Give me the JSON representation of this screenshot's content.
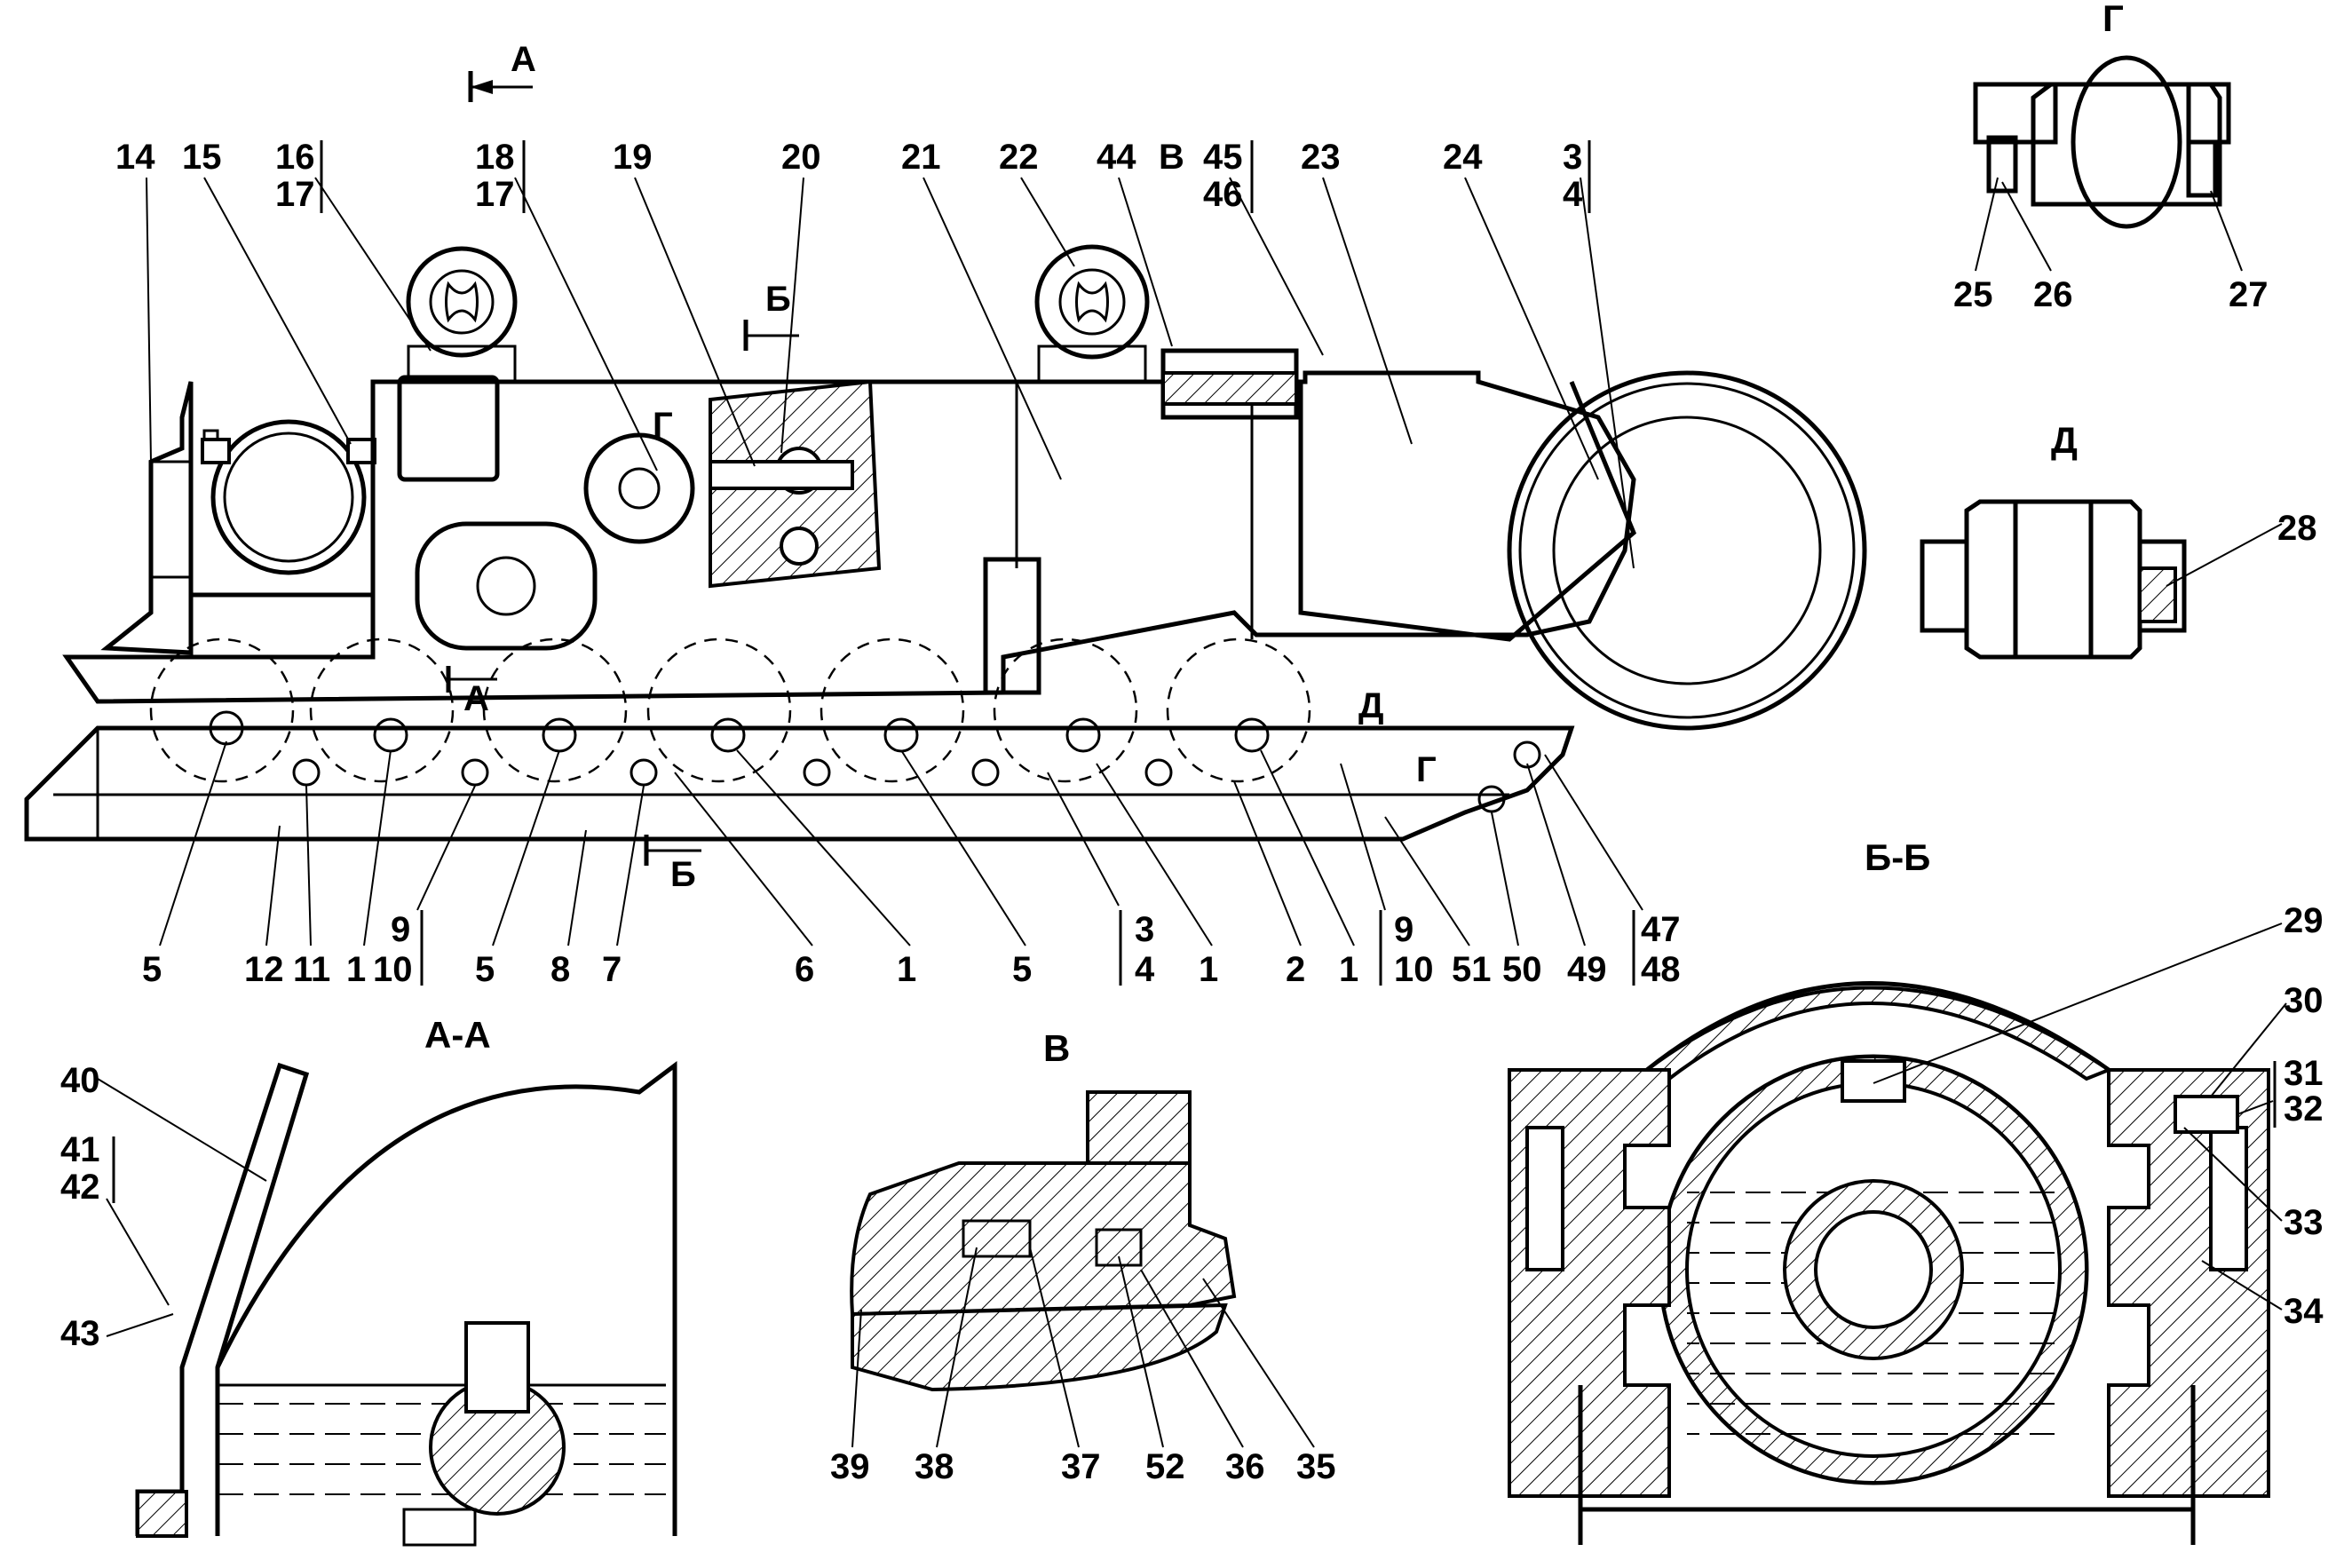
{
  "section_marks": {
    "A_top": "А",
    "A_mid": "А",
    "B_top": "Б",
    "B_bottom": "Б",
    "G_mid": "Г",
    "G_arrow": "Г",
    "V_mark": "В",
    "D_arrow": "Д"
  },
  "views": {
    "G": "Г",
    "D": "Д",
    "AA": "А-А",
    "V": "В",
    "BB": "Б-Б"
  },
  "callouts_main_top": [
    "14",
    "15",
    "16",
    "17",
    "18",
    "17",
    "19",
    "20",
    "21",
    "22",
    "44",
    "В",
    "45",
    "46",
    "23",
    "24",
    "3",
    "4"
  ],
  "callouts_main_bottom": [
    "5",
    "12",
    "11",
    "1",
    "9",
    "10",
    "5",
    "8",
    "7",
    "6",
    "1",
    "5",
    "3",
    "4",
    "1",
    "2",
    "1",
    "9",
    "10",
    "51",
    "50",
    "49",
    "47",
    "48"
  ],
  "callouts_view_G": [
    "25",
    "26",
    "27"
  ],
  "callouts_view_D": [
    "28"
  ],
  "callouts_view_AA": [
    "40",
    "41",
    "42",
    "43"
  ],
  "callouts_view_V": [
    "39",
    "38",
    "37",
    "52",
    "36",
    "35"
  ],
  "callouts_view_BB": [
    "29",
    "30",
    "31",
    "32",
    "33",
    "34"
  ]
}
